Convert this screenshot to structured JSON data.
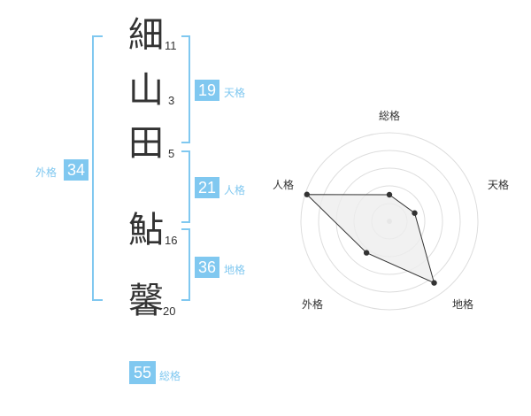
{
  "characters": [
    {
      "char": "細",
      "strokes": "11"
    },
    {
      "char": "山",
      "strokes": "3"
    },
    {
      "char": "田",
      "strokes": "5"
    },
    {
      "char": "鮎",
      "strokes": "16"
    },
    {
      "char": "馨",
      "strokes": "20"
    }
  ],
  "fortunes": {
    "tenkaku": {
      "value": "19",
      "label": "天格"
    },
    "jinkaku": {
      "value": "21",
      "label": "人格"
    },
    "chikaku": {
      "value": "36",
      "label": "地格"
    },
    "gaikaku": {
      "value": "34",
      "label": "外格"
    },
    "soukaku": {
      "value": "55",
      "label": "総格"
    }
  },
  "radar": {
    "axes": [
      "総格",
      "天格",
      "地格",
      "外格",
      "人格"
    ],
    "values": [
      0.3,
      0.3,
      0.86,
      0.44,
      0.98
    ],
    "colors": {
      "grid": "#dddddd",
      "fill": "#eeeeee",
      "line": "#333333"
    }
  },
  "colors": {
    "accent": "#80c8f0"
  }
}
